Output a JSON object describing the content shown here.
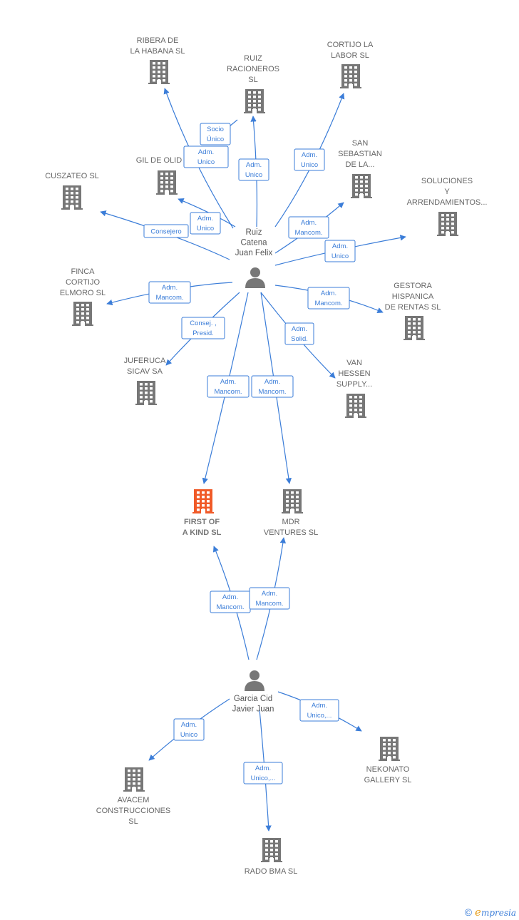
{
  "colors": {
    "edge": "#3b7dd8",
    "company": "#777777",
    "focus": "#f05a28",
    "person": "#777777"
  },
  "companies": [
    {
      "id": "ribera",
      "lines": [
        "RIBERA DE",
        "LA HABANA  SL"
      ],
      "icon": "building-icon"
    },
    {
      "id": "ruizrac",
      "lines": [
        "RUIZ",
        "RACIONEROS",
        "SL"
      ],
      "icon": "building-icon"
    },
    {
      "id": "cortijolabor",
      "lines": [
        "CORTIJO LA",
        "LABOR  SL"
      ],
      "icon": "building-icon"
    },
    {
      "id": "gilolid",
      "lines": [
        "GIL DE OLID"
      ],
      "icon": "building-icon"
    },
    {
      "id": "sansebastian",
      "lines": [
        "SAN",
        "SEBASTIAN",
        "DE LA..."
      ],
      "icon": "building-icon"
    },
    {
      "id": "cuszateo",
      "lines": [
        "CUSZATEO  SL"
      ],
      "icon": "building-icon"
    },
    {
      "id": "soluciones",
      "lines": [
        "SOLUCIONES",
        "Y",
        "ARRENDAMIENTOS..."
      ],
      "icon": "building-icon"
    },
    {
      "id": "fincacortijo",
      "lines": [
        "FINCA",
        "CORTIJO",
        "ELMORO  SL"
      ],
      "icon": "building-icon"
    },
    {
      "id": "gestora",
      "lines": [
        "GESTORA",
        "HISPANICA",
        "DE RENTAS  SL"
      ],
      "icon": "building-icon"
    },
    {
      "id": "juferuca",
      "lines": [
        "JUFERUCA",
        "SICAV SA"
      ],
      "icon": "building-icon"
    },
    {
      "id": "vanhessen",
      "lines": [
        "VAN",
        "HESSEN",
        "SUPPLY..."
      ],
      "icon": "building-icon"
    },
    {
      "id": "firstofakind",
      "lines": [
        "FIRST OF",
        "A KIND  SL"
      ],
      "icon": "building-icon",
      "focus": true
    },
    {
      "id": "mdr",
      "lines": [
        "MDR",
        "VENTURES  SL"
      ],
      "icon": "building-icon"
    },
    {
      "id": "nekonato",
      "lines": [
        "NEKONATO",
        "GALLERY  SL"
      ],
      "icon": "building-icon"
    },
    {
      "id": "avacem",
      "lines": [
        "AVACEM",
        "CONSTRUCCIONES",
        "SL"
      ],
      "icon": "building-icon"
    },
    {
      "id": "radobma",
      "lines": [
        "RADO BMA  SL"
      ],
      "icon": "building-icon"
    }
  ],
  "persons": [
    {
      "id": "ruizcatena",
      "lines": [
        "Ruiz",
        "Catena",
        "Juan Felix"
      ],
      "icon": "person-icon"
    },
    {
      "id": "garciacid",
      "lines": [
        "Garcia Cid",
        "Javier Juan"
      ],
      "icon": "person-icon"
    }
  ],
  "edges": [
    {
      "from": "ruizcatena",
      "to": "ribera",
      "lines": [
        "Adm.",
        "Unico"
      ]
    },
    {
      "from": "ruizcatena",
      "to": "ruizrac",
      "lines": [
        "Adm.",
        "Unico"
      ]
    },
    {
      "from": "ruizcatena",
      "to": "ruizrac",
      "lines": [
        "Socio",
        "Único"
      ]
    },
    {
      "from": "ruizcatena",
      "to": "cortijolabor",
      "lines": [
        "Adm.",
        "Unico"
      ]
    },
    {
      "from": "ruizcatena",
      "to": "gilolid",
      "lines": [
        "Adm.",
        "Unico"
      ]
    },
    {
      "from": "ruizcatena",
      "to": "sansebastian",
      "lines": [
        "Adm.",
        "Mancom."
      ]
    },
    {
      "from": "ruizcatena",
      "to": "cuszateo",
      "lines": [
        "Consejero"
      ]
    },
    {
      "from": "ruizcatena",
      "to": "soluciones",
      "lines": [
        "Adm.",
        "Unico"
      ]
    },
    {
      "from": "ruizcatena",
      "to": "fincacortijo",
      "lines": [
        "Adm.",
        "Mancom."
      ]
    },
    {
      "from": "ruizcatena",
      "to": "gestora",
      "lines": [
        "Adm.",
        "Mancom."
      ]
    },
    {
      "from": "ruizcatena",
      "to": "juferuca",
      "lines": [
        "Consej. ,",
        "Presid."
      ]
    },
    {
      "from": "ruizcatena",
      "to": "vanhessen",
      "lines": [
        "Adm.",
        "Solid."
      ]
    },
    {
      "from": "ruizcatena",
      "to": "firstofakind",
      "lines": [
        "Adm.",
        "Mancom."
      ]
    },
    {
      "from": "ruizcatena",
      "to": "mdr",
      "lines": [
        "Adm.",
        "Mancom."
      ]
    },
    {
      "from": "garciacid",
      "to": "firstofakind",
      "lines": [
        "Adm.",
        "Mancom."
      ]
    },
    {
      "from": "garciacid",
      "to": "mdr",
      "lines": [
        "Adm.",
        "Mancom."
      ]
    },
    {
      "from": "garciacid",
      "to": "nekonato",
      "lines": [
        "Adm.",
        "Unico,..."
      ]
    },
    {
      "from": "garciacid",
      "to": "avacem",
      "lines": [
        "Adm.",
        "Unico"
      ]
    },
    {
      "from": "garciacid",
      "to": "radobma",
      "lines": [
        "Adm.",
        "Unico,..."
      ]
    }
  ],
  "footer": {
    "copyright": "©",
    "brand_first": "e",
    "brand_rest": "mpresia"
  }
}
